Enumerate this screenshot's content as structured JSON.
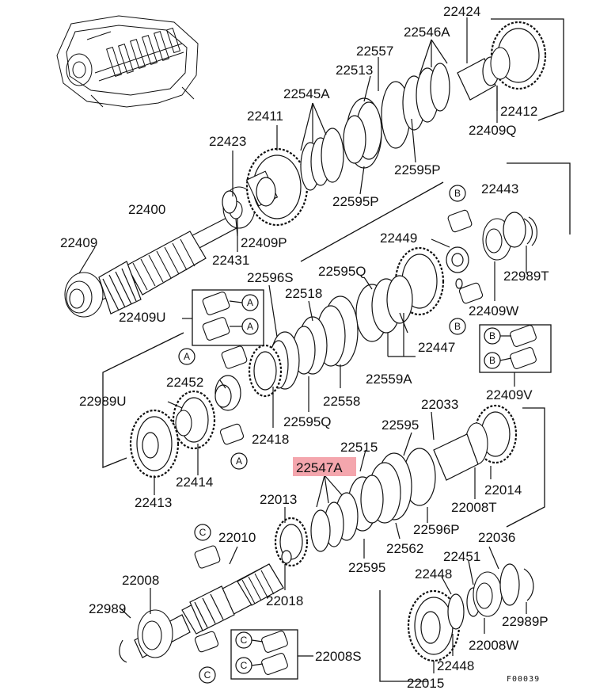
{
  "reference": "F00039",
  "highlight_color": "#f4a6ad",
  "highlighted_part": "22547A",
  "parts": {
    "p22424": "22424",
    "p22546A": "22546A",
    "p22557": "22557",
    "p22513": "22513",
    "p22545A": "22545A",
    "p22411": "22411",
    "p22412": "22412",
    "p22409Q": "22409Q",
    "p22423": "22423",
    "p22595P": "22595P",
    "p22595P_b": "22595P",
    "p22400": "22400",
    "p22409P": "22409P",
    "p22409": "22409",
    "p22431": "22431",
    "p22443": "22443",
    "p22449": "22449",
    "p22989T": "22989T",
    "p22596S": "22596S",
    "p22595Q": "22595Q",
    "p22518": "22518",
    "p22409W": "22409W",
    "p22409U": "22409U",
    "p22447": "22447",
    "p22559A": "22559A",
    "p22452": "22452",
    "p22558": "22558",
    "p22989U": "22989U",
    "p22595Q_b": "22595Q",
    "p22409V": "22409V",
    "p22418": "22418",
    "p22033": "22033",
    "p22595": "22595",
    "p22515": "22515",
    "p22547A": "22547A",
    "p22414": "22414",
    "p22413": "22413",
    "p22014": "22014",
    "p22013": "22013",
    "p22008T": "22008T",
    "p22596P": "22596P",
    "p22010": "22010",
    "p22562": "22562",
    "p22036": "22036",
    "p22451": "22451",
    "p22595_b": "22595",
    "p22448": "22448",
    "p22008": "22008",
    "p22018": "22018",
    "p22989": "22989",
    "p22989P": "22989P",
    "p22008W": "22008W",
    "p22448_b": "22448",
    "p22008S": "22008S",
    "p22015": "22015"
  },
  "markers": {
    "a": "A",
    "b": "B",
    "c": "C"
  }
}
